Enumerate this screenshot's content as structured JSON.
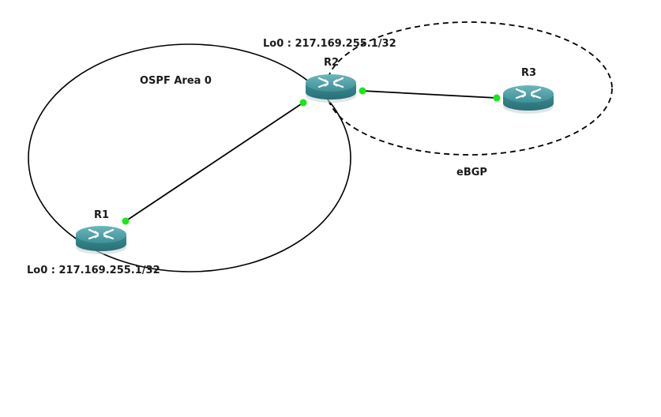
{
  "topology": {
    "areas": [
      {
        "id": "ospf",
        "label": "OSPF Area 0",
        "style": "solid"
      },
      {
        "id": "ebgp",
        "label": "eBGP",
        "style": "dashed"
      }
    ],
    "routers": [
      {
        "id": "r1",
        "name": "R1",
        "loopback": "Lo0 : 217.169.255.1/32"
      },
      {
        "id": "r2",
        "name": "R2",
        "loopback": "Lo0 : 217.169.255.1/32"
      },
      {
        "id": "r3",
        "name": "R3"
      }
    ],
    "links": [
      {
        "from": "R1",
        "to": "R2"
      },
      {
        "from": "R2",
        "to": "R3"
      }
    ],
    "colors": {
      "router_top": "#4a9aa0",
      "router_side": "#2f7c83",
      "link": "#000000",
      "port": "#18e818",
      "label": "#1a1a1a"
    }
  }
}
